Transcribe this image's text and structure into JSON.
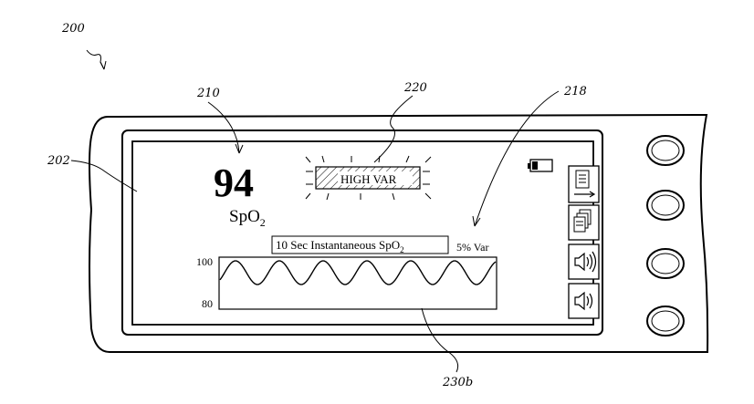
{
  "refs": {
    "device": "200",
    "screen": "202",
    "spo2_value_ref": "210",
    "alarm_ref": "220",
    "var_ref": "218",
    "waveform_ref": "230b"
  },
  "display": {
    "spo2_value": "94",
    "spo2_label_main": "SpO",
    "spo2_label_sub": "2",
    "alarm_label": "HIGH VAR",
    "var_label": "5% Var",
    "waveform_title_main": "10 Sec Instantaneous SpO",
    "waveform_title_sub": "2",
    "axis_top": "100",
    "axis_bottom": "80"
  },
  "icons": [
    "document-arrow-icon",
    "pages-stack-icon",
    "speaker-loud-icon",
    "speaker-soft-icon"
  ]
}
